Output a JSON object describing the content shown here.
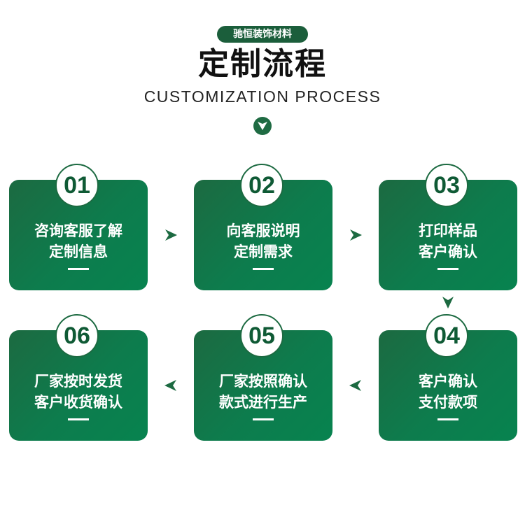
{
  "brand": "驰恒装饰材料",
  "title": "定制流程",
  "subtitle": "CUSTOMIZATION PROCESS",
  "colors": {
    "primary": "#1c6a41",
    "accent": "#07834f",
    "text": "#111111"
  },
  "steps": [
    {
      "num": "01",
      "line1": "咨询客服了解",
      "line2": "定制信息"
    },
    {
      "num": "02",
      "line1": "向客服说明",
      "line2": "定制需求"
    },
    {
      "num": "03",
      "line1": "打印样品",
      "line2": "客户确认"
    },
    {
      "num": "04",
      "line1": "客户确认",
      "line2": "支付款项"
    },
    {
      "num": "05",
      "line1": "厂家按照确认",
      "line2": "款式进行生产"
    },
    {
      "num": "06",
      "line1": "厂家按时发货",
      "line2": "客户收货确认"
    }
  ],
  "icons": {
    "header": "chevron-down-icon",
    "flow": "arrow-icon"
  }
}
